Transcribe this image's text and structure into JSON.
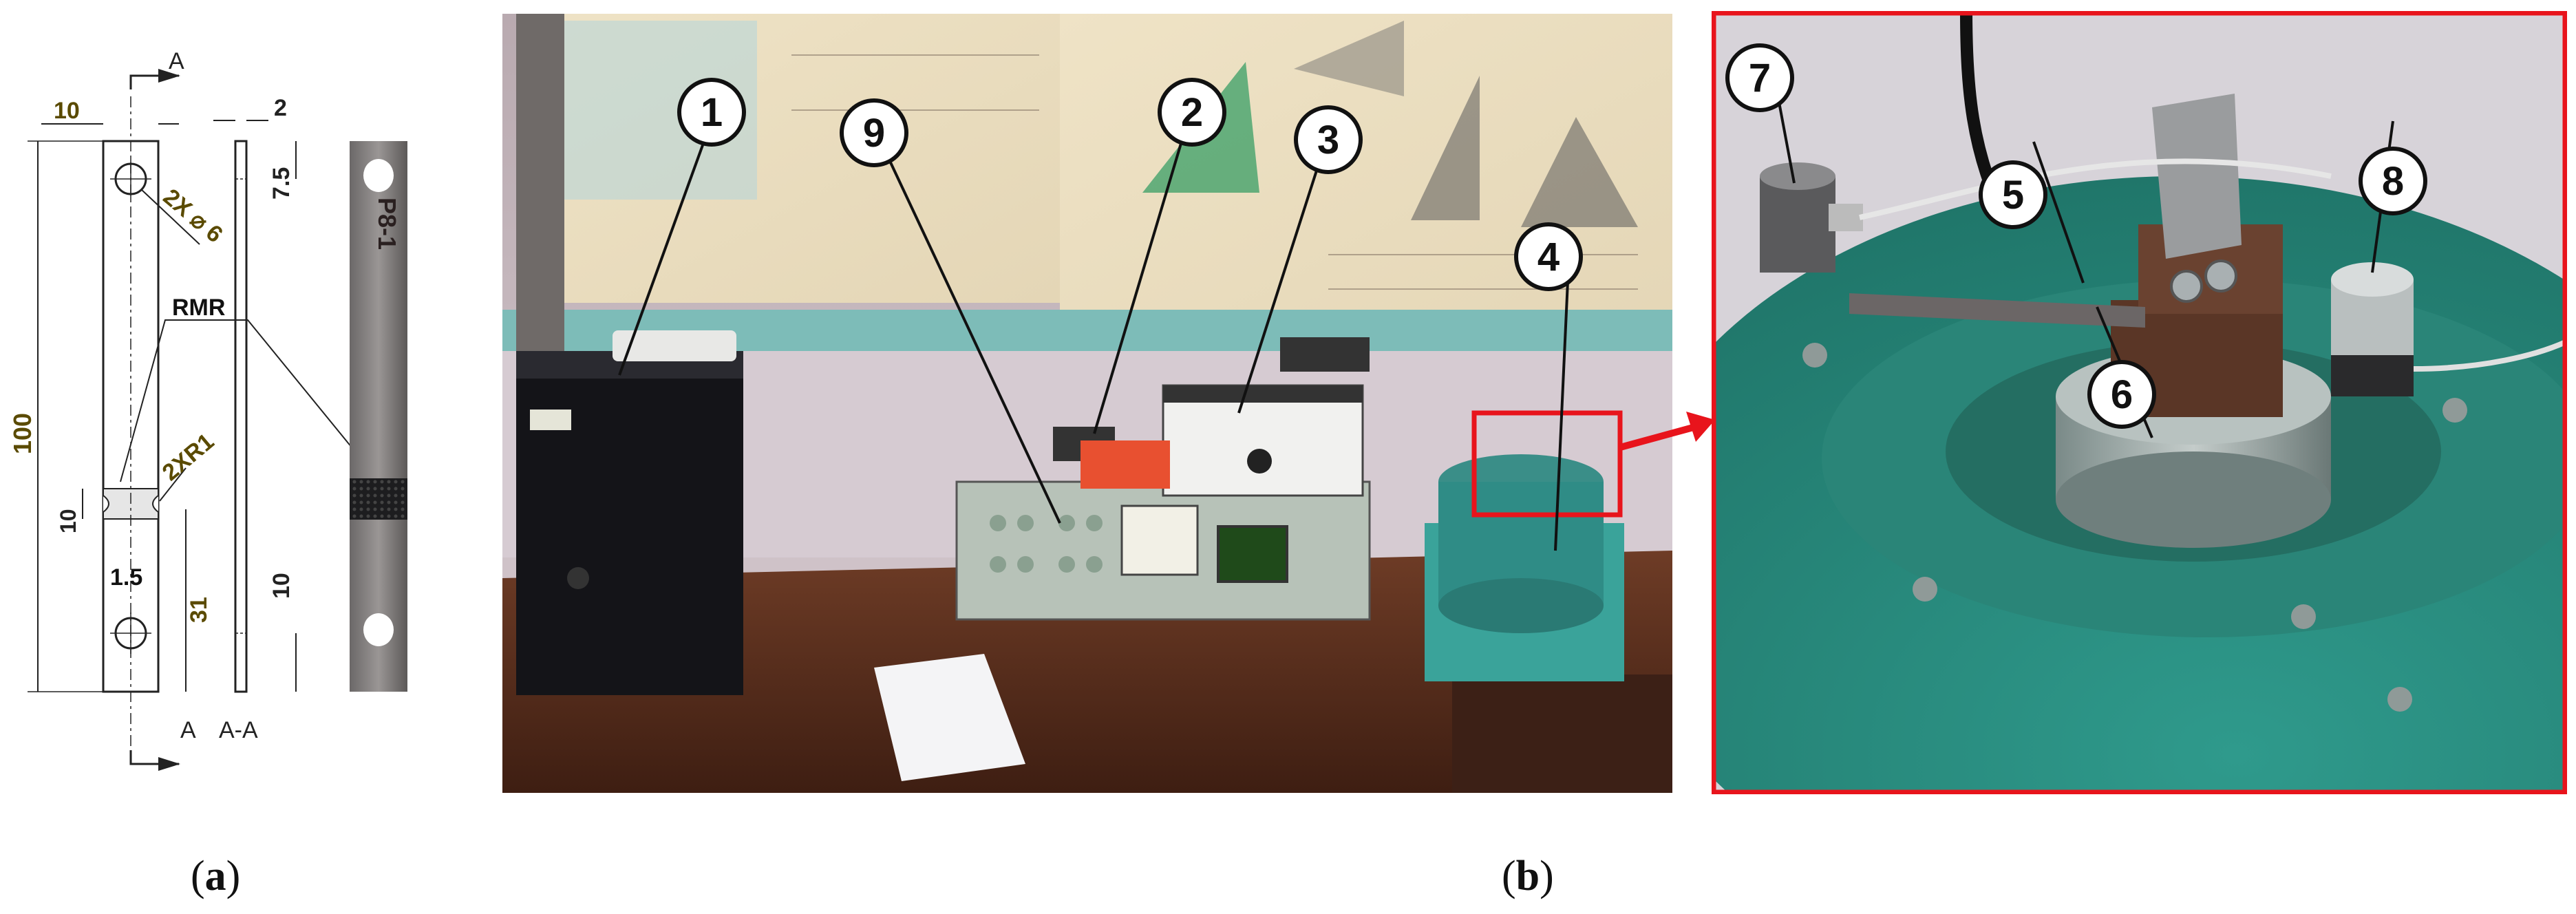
{
  "drawing": {
    "dim_top_width": "10",
    "dim_hole": "2X ⌀ 6",
    "dim_thickness": "2",
    "dim_hole_offset": "7.5",
    "dim_length": "100",
    "label_rmr": "RMR",
    "dim_notch_radius": "2XR1",
    "dim_notch_width": "10",
    "dim_notch_depth": "1.5",
    "dim_lower": "31",
    "dim_bottom_right": "10",
    "section_mark_top": "A",
    "section_mark_bottom": "A",
    "section_label": "A-A",
    "specimen_id": "P8-1"
  },
  "callouts": {
    "c1": "1",
    "c2": "2",
    "c3": "3",
    "c4": "4",
    "c5": "5",
    "c6": "6",
    "c7": "7",
    "c8": "8",
    "c9": "9"
  },
  "captions": {
    "a_open": "(",
    "a_letter": "a",
    "a_close": ")",
    "b_open": "(",
    "b_letter": "b",
    "b_close": ")"
  },
  "colors": {
    "accent_red": "#e8141c",
    "dimension_text": "#5a4a00",
    "wall": "#cfc2c8",
    "desk": "#5a3020"
  }
}
